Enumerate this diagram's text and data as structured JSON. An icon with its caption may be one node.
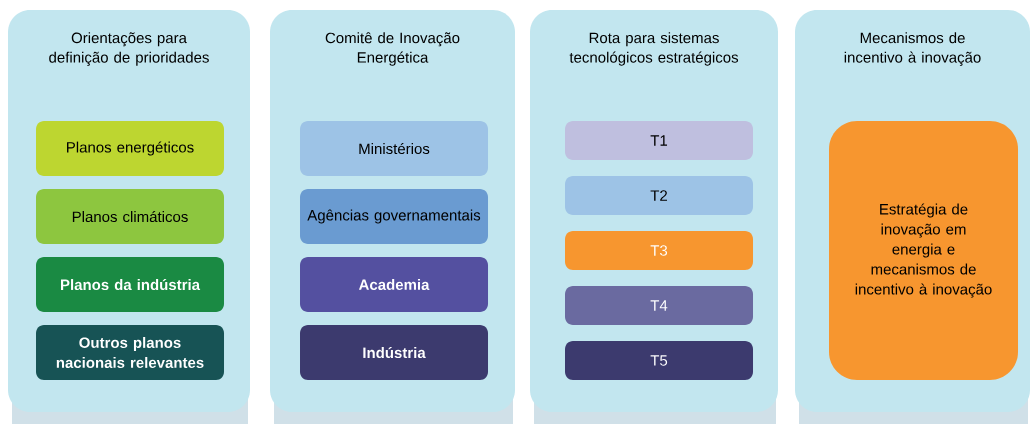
{
  "diagram": {
    "nodes": [
      {
        "text": [
          "Orientações para definição de prioridades"
        ]
      },
      {
        "text": [
          "Planos energéticos"
        ],
        "in": 0
      },
      {
        "text": [
          "Planos climáticos"
        ],
        "in": 0
      },
      {
        "text": [
          "Planos da indústria"
        ],
        "in": 0
      },
      {
        "text": [
          "Outros planos nacionais relevantes"
        ],
        "in": 0
      },
      {
        "text": [
          "Comitê de Inovação Energética"
        ]
      },
      {
        "text": [
          "Ministérios"
        ],
        "in": 5
      },
      {
        "text": [
          "Agências governamentais"
        ],
        "in": 5
      },
      {
        "text": [
          "Academia"
        ],
        "in": 5
      },
      {
        "text": [
          "Indústria"
        ],
        "in": 5
      },
      {
        "text": [
          "Rota para sistemas tecnológicos estratégicos"
        ]
      },
      {
        "text": [
          "T1"
        ],
        "in": 10
      },
      {
        "text": [
          "T2"
        ],
        "in": 10
      },
      {
        "text": [
          "T3"
        ],
        "in": 10
      },
      {
        "text": [
          "T4"
        ],
        "in": 10
      },
      {
        "text": [
          "T5"
        ],
        "in": 10
      },
      {
        "text": [
          "Mecanismos de incentivo à inovação"
        ]
      },
      {
        "text": [
          "Estratégia de inovação em energia e mecanismos de incentivo à inovação"
        ],
        "in": 16
      }
    ]
  }
}
